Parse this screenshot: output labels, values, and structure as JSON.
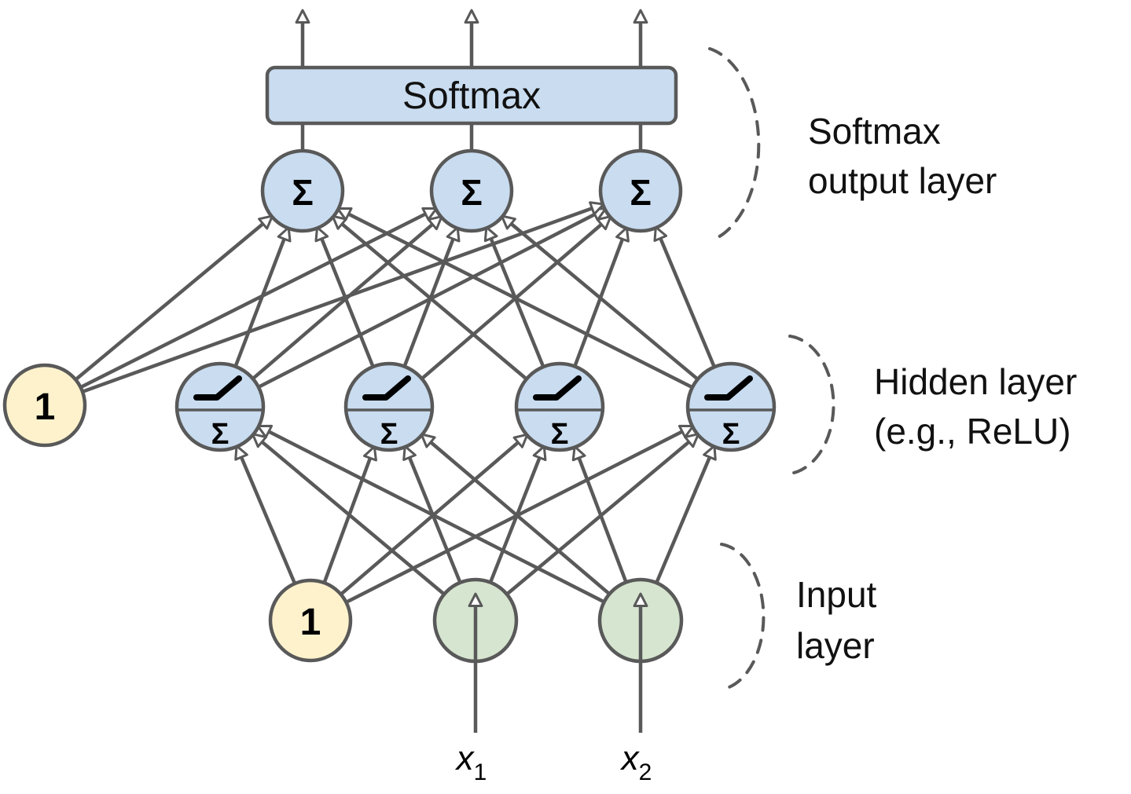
{
  "diagram": {
    "softmax_box": {
      "label": "Softmax"
    },
    "output_nodes": [
      {
        "symbol": "Σ"
      },
      {
        "symbol": "Σ"
      },
      {
        "symbol": "Σ"
      }
    ],
    "hidden_nodes": [
      {
        "symbol": "Σ"
      },
      {
        "symbol": "Σ"
      },
      {
        "symbol": "Σ"
      },
      {
        "symbol": "Σ"
      }
    ],
    "bias_nodes": {
      "hidden": {
        "label": "1"
      },
      "input": {
        "label": "1"
      }
    },
    "input_labels": [
      {
        "base": "x",
        "sub": "1"
      },
      {
        "base": "x",
        "sub": "2"
      }
    ],
    "annotations": {
      "output": {
        "line1": "Softmax",
        "line2": "output layer"
      },
      "hidden": {
        "line1": "Hidden layer",
        "line2": "(e.g., ReLU)"
      },
      "input": {
        "line1": "Input",
        "line2": "layer"
      }
    },
    "colors": {
      "node_blue": "#c9dcf0",
      "node_yellow": "#fdf2cc",
      "node_green": "#d6e5d0",
      "edge": "#595959",
      "label_text": "#111111"
    }
  }
}
